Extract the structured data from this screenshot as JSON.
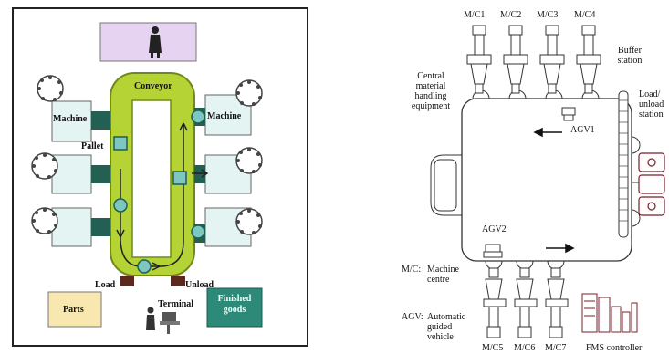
{
  "left": {
    "conveyor_label": "Conveyor",
    "machine_label_left": "Machine",
    "machine_label_right": "Machine",
    "pallet_label": "Pallet",
    "load_label": "Load",
    "unload_label": "Unload",
    "parts_label": "Parts",
    "terminal_label": "Terminal",
    "finished_goods_label": "Finished goods",
    "colors": {
      "conveyor": "#b5d334",
      "operator_box": "#e6d3f2",
      "machine": "#e3f4f2",
      "connector": "#245f54",
      "parts_box": "#f8e8b0",
      "finished_box": "#2e8a78"
    }
  },
  "right": {
    "machine_labels_top": [
      "M/C1",
      "M/C2",
      "M/C3",
      "M/C4"
    ],
    "machine_labels_bottom": [
      "M/C5",
      "M/C6",
      "M/C7"
    ],
    "central_label": "Central material handling equipment",
    "buffer_label": "Buffer station",
    "load_unload_label": "Load/ unload station",
    "agv1_label": "AGV1",
    "agv2_label": "AGV2",
    "legend_mc_key": "M/C:",
    "legend_mc_value": "Machine centre",
    "legend_agv_key": "AGV:",
    "legend_agv_value": "Automatic guided vehicle",
    "fms_label": "FMS controller"
  }
}
